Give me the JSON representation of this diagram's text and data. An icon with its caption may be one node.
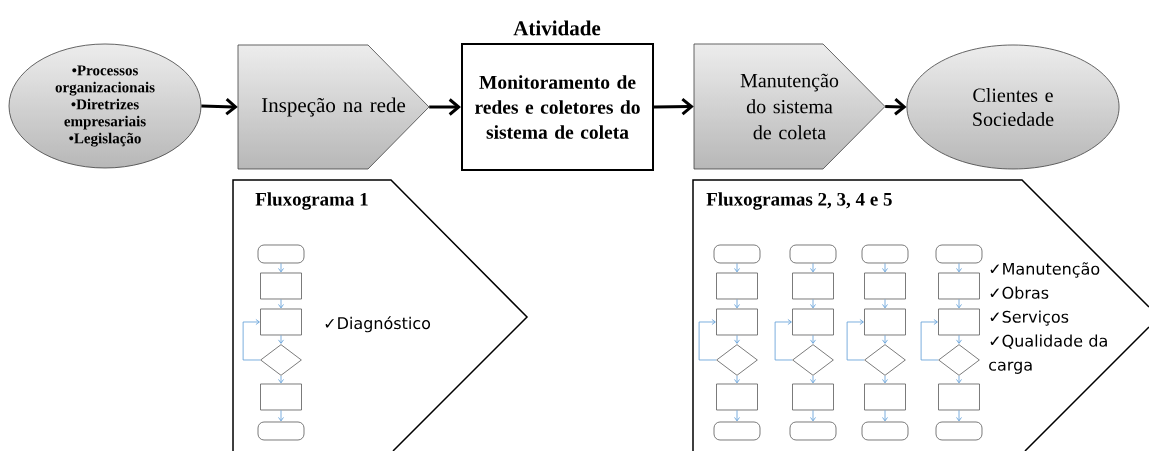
{
  "diagram": {
    "nodes": [
      {
        "text": [
          "•Processos organizacionais",
          "•Diretrizes empresariais",
          "•Legislação"
        ]
      },
      {
        "text": [
          "Inspeção na rede"
        ]
      },
      {
        "text": [
          "Atividade",
          "Monitoramento de redes e coletores do sistema de coleta"
        ]
      },
      {
        "text": [
          "Manutenção do sistema de coleta"
        ]
      },
      {
        "text": [
          "Clientes e Sociedade"
        ]
      },
      {
        "text": [
          "Fluxograma 1",
          "✓Diagnóstico"
        ]
      },
      {
        "text": [
          "Fluxogramas 2, 3, 4 e 5",
          "✓Manutenção",
          "✓Obras",
          "✓Serviços",
          "✓Qualidade da carga"
        ]
      },
      {
        "text": [],
        "shape": "capsule",
        "in": 5
      },
      {
        "text": [],
        "shape": "box",
        "in": 5
      },
      {
        "text": [],
        "shape": "box",
        "in": 5
      },
      {
        "text": [],
        "shape": "diamond",
        "in": 5
      },
      {
        "text": [],
        "shape": "box",
        "in": 5
      },
      {
        "text": [],
        "shape": "capsule",
        "in": 5
      },
      {
        "text": [],
        "shape": "capsule",
        "in": 6
      },
      {
        "text": [],
        "shape": "box",
        "in": 6
      },
      {
        "text": [],
        "shape": "box",
        "in": 6
      },
      {
        "text": [],
        "shape": "diamond",
        "in": 6
      },
      {
        "text": [],
        "shape": "box",
        "in": 6
      },
      {
        "text": [],
        "shape": "capsule",
        "in": 6
      },
      {
        "text": [],
        "shape": "capsule",
        "in": 6
      },
      {
        "text": [],
        "shape": "box",
        "in": 6
      },
      {
        "text": [],
        "shape": "box",
        "in": 6
      },
      {
        "text": [],
        "shape": "diamond",
        "in": 6
      },
      {
        "text": [],
        "shape": "box",
        "in": 6
      },
      {
        "text": [],
        "shape": "capsule",
        "in": 6
      },
      {
        "text": [],
        "shape": "capsule",
        "in": 6
      },
      {
        "text": [],
        "shape": "box",
        "in": 6
      },
      {
        "text": [],
        "shape": "box",
        "in": 6
      },
      {
        "text": [],
        "shape": "diamond",
        "in": 6
      },
      {
        "text": [],
        "shape": "box",
        "in": 6
      },
      {
        "text": [],
        "shape": "capsule",
        "in": 6
      },
      {
        "text": [],
        "shape": "capsule",
        "in": 6
      },
      {
        "text": [],
        "shape": "box",
        "in": 6
      },
      {
        "text": [],
        "shape": "box",
        "in": 6
      },
      {
        "text": [],
        "shape": "diamond",
        "in": 6
      },
      {
        "text": [],
        "shape": "box",
        "in": 6
      },
      {
        "text": [],
        "shape": "capsule",
        "in": 6
      }
    ],
    "edges": [
      {
        "from": 0,
        "to": 1,
        "arrow": "to",
        "style": "thick",
        "color": "#000000"
      },
      {
        "from": 1,
        "to": 2,
        "arrow": "to",
        "style": "thick",
        "color": "#000000"
      },
      {
        "from": 2,
        "to": 3,
        "arrow": "to",
        "style": "thick",
        "color": "#000000"
      },
      {
        "from": 3,
        "to": 4,
        "arrow": "to",
        "style": "thick",
        "color": "#000000"
      },
      {
        "from": 7,
        "to": 8,
        "arrow": "to"
      },
      {
        "from": 8,
        "to": 9,
        "arrow": "to"
      },
      {
        "from": 9,
        "to": 10,
        "arrow": "to"
      },
      {
        "from": 10,
        "to": 11,
        "arrow": "to"
      },
      {
        "from": 11,
        "to": 12,
        "arrow": "to"
      },
      {
        "from": 10,
        "to": 9,
        "arrow": "to"
      },
      {
        "from": 13,
        "to": 14,
        "arrow": "to"
      },
      {
        "from": 14,
        "to": 15,
        "arrow": "to"
      },
      {
        "from": 15,
        "to": 16,
        "arrow": "to"
      },
      {
        "from": 16,
        "to": 17,
        "arrow": "to"
      },
      {
        "from": 17,
        "to": 18,
        "arrow": "to"
      },
      {
        "from": 16,
        "to": 15,
        "arrow": "to"
      },
      {
        "from": 19,
        "to": 20,
        "arrow": "to"
      },
      {
        "from": 20,
        "to": 21,
        "arrow": "to"
      },
      {
        "from": 21,
        "to": 22,
        "arrow": "to"
      },
      {
        "from": 22,
        "to": 23,
        "arrow": "to"
      },
      {
        "from": 23,
        "to": 24,
        "arrow": "to"
      },
      {
        "from": 22,
        "to": 21,
        "arrow": "to"
      },
      {
        "from": 25,
        "to": 26,
        "arrow": "to"
      },
      {
        "from": 26,
        "to": 27,
        "arrow": "to"
      },
      {
        "from": 27,
        "to": 28,
        "arrow": "to"
      },
      {
        "from": 28,
        "to": 29,
        "arrow": "to"
      },
      {
        "from": 29,
        "to": 30,
        "arrow": "to"
      },
      {
        "from": 28,
        "to": 27,
        "arrow": "to"
      },
      {
        "from": 31,
        "to": 32,
        "arrow": "to"
      },
      {
        "from": 32,
        "to": 33,
        "arrow": "to"
      },
      {
        "from": 33,
        "to": 34,
        "arrow": "to"
      },
      {
        "from": 34,
        "to": 35,
        "arrow": "to"
      },
      {
        "from": 35,
        "to": 36,
        "arrow": "to"
      },
      {
        "from": 34,
        "to": 33,
        "arrow": "to"
      }
    ]
  }
}
